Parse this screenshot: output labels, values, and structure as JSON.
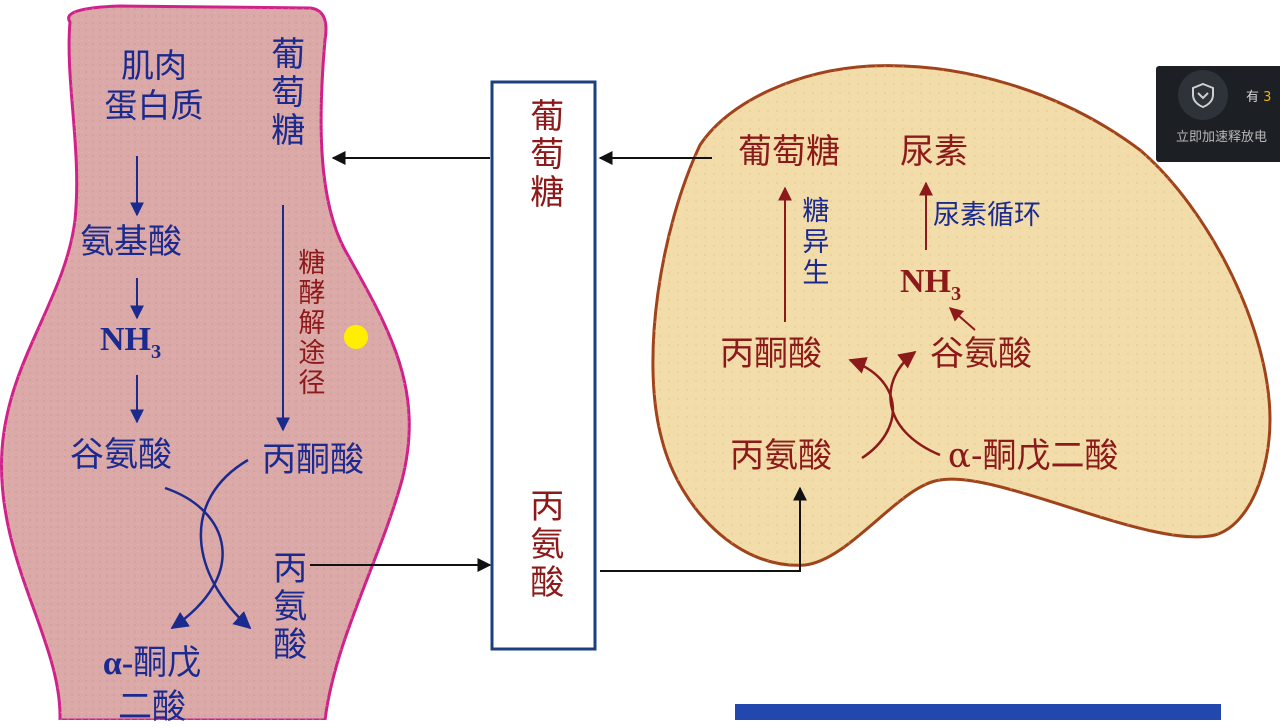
{
  "muscle": {
    "protein": [
      "肌肉",
      "蛋白质"
    ],
    "amino_acid": "氨基酸",
    "nh3": "NH",
    "nh3_sub": "3",
    "glutamate": "谷氨酸",
    "akg_prefix": "α-",
    "akg_line1": "酮戊",
    "akg_line2": "二酸",
    "glucose": "葡萄糖",
    "glycolysis": "糖酵解途径",
    "pyruvate": "丙酮酸",
    "alanine": "丙氨酸"
  },
  "blood": {
    "glucose": "葡萄糖",
    "alanine": "丙氨酸"
  },
  "liver": {
    "glucose": "葡萄糖",
    "urea": "尿素",
    "gluconeogenesis": "糖异生",
    "urea_cycle": "尿素循环",
    "nh3": "NH",
    "nh3_sub": "3",
    "pyruvate": "丙酮酸",
    "glutamate": "谷氨酸",
    "alanine": "丙氨酸",
    "akg": "α-酮戊二酸"
  },
  "popup": {
    "count_prefix": "有",
    "count_value": "3",
    "tip": "立即加速释放电"
  },
  "colors": {
    "muscle_fill": "#dbaaa8",
    "muscle_border": "#d0218a",
    "liver_fill": "#f2dcaa",
    "liver_border": "#a0421a",
    "box_border": "#1c3f80",
    "blue_text": "#1b2a8f",
    "red_text": "#8c1a1a"
  },
  "icons": [
    "shield-icon",
    "pointer-dot"
  ]
}
